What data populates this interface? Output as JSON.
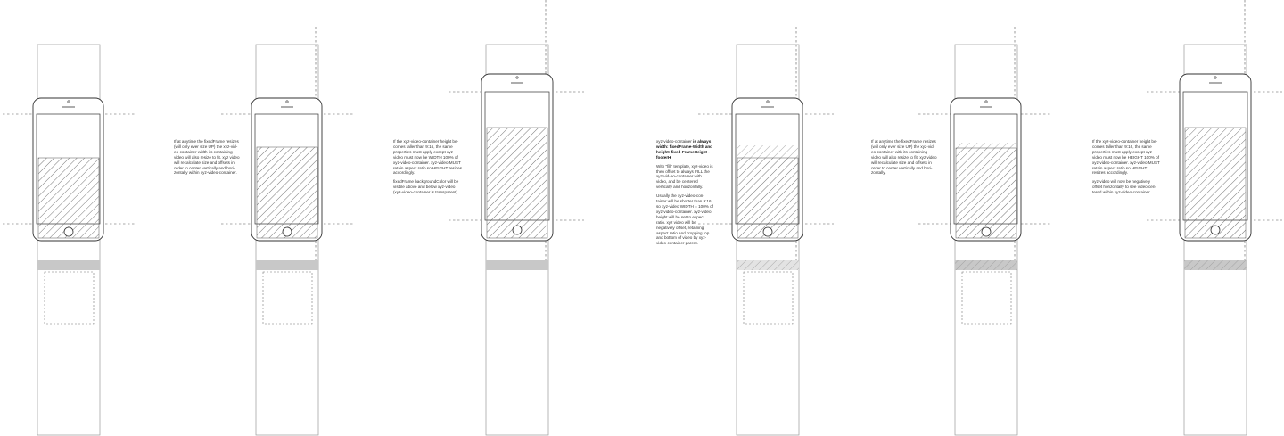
{
  "diagram": {
    "colors": {
      "stroke": "#999999",
      "phone_outline": "#333333",
      "guide": "#555555",
      "hatch": "#555555",
      "gray_band": "#c8c8c8",
      "light_band": "#e3e3e3"
    },
    "panels": [
      {
        "id": "panel-1",
        "variant": "portrait-centered",
        "band": "solid"
      },
      {
        "id": "panel-2",
        "variant": "portrait-taller",
        "band": "solid"
      },
      {
        "id": "panel-3",
        "variant": "height-constrained",
        "band": "solid"
      },
      {
        "id": "panel-4",
        "variant": "full-fill-cropped",
        "band": "hatched"
      },
      {
        "id": "panel-5",
        "variant": "width-follow",
        "band": "hatched"
      },
      {
        "id": "panel-6",
        "variant": "height-follow",
        "band": "hatched"
      }
    ],
    "notes": [
      {
        "text": "If at anytime the fixedFrame resizes (will only ever size UP) the xyz-vid-eo-container width its containing video will also resize to fit. xyz video will recalculate size and offsets in order to center vertically and hori-zontally within xyz-video-container."
      },
      {
        "text": "If the xyz-video-container height be-comes taller than 9:16, the same properties must apply except xyz-video must now be WIDTH 100% of xyz-video-container. xyz-video MUST retain aspect ratio so HEIGHT resizes accordingly.",
        "text2": "fixedFrame backgroundColor will be visible above and below xyz-video (xyz-video-container is transparent)."
      },
      {
        "text_pre": "xyz-video-container ",
        "text_bold": "is always width: fixedFrame-Width and height: fixed-FrameHeight - footerH",
        "text2": "With \"fill\" template, xyz-video is then offset to always FILL the xyz-vid-eo-container with video, and be centered vertically and horizontally.",
        "text3": "Usually the xyz-video-con-tainer will be shorter than 9:16, so xyz-video WIDTH = 100% of xyz-video-container. xyz-video height will be set to expect ratio. xyz video will be negatively offset, retaining aspect ratio and cropping top and bottom of video by xyz-video-container parent."
      },
      {
        "text": "If at anytime the fixedFrame resizes (will only ever size UP) the xyz-vid-eo-container with its containing video will also resize to fit. xyz video will recalculate size and offsets in order to center vertically and hori-zontally."
      },
      {
        "text": "If the xyz-video-container height be-comes taller than 9:16, the same properties must apply except xyz-video must now be HEIGHT 100% of xyz-video-container. xyz-video MUST retain aspect ratio so HEIGHT resizes accordingly.",
        "text2": "xyz-video will now be negatively offset horizontally to see video cen-tered within xyz-video-container."
      }
    ]
  }
}
